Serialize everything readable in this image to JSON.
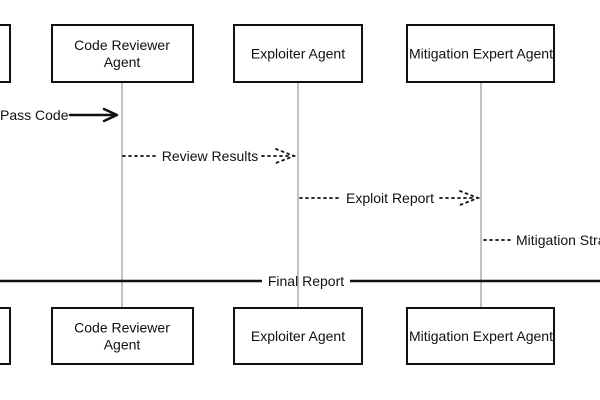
{
  "participants": [
    {
      "id": "left",
      "name_lines": []
    },
    {
      "id": "code_reviewer",
      "name_lines": [
        "Code Reviewer",
        "Agent"
      ]
    },
    {
      "id": "exploiter",
      "name_lines": [
        "Exploiter Agent"
      ]
    },
    {
      "id": "mitigation",
      "name_lines": [
        "Mitigation Expert Agent"
      ]
    }
  ],
  "messages": [
    {
      "label": "Pass Code",
      "style": "solid",
      "from": "left",
      "to": "code_reviewer"
    },
    {
      "label": "Review Results",
      "style": "dotted",
      "from": "code_reviewer",
      "to": "exploiter"
    },
    {
      "label": "Exploit Report",
      "style": "dotted",
      "from": "exploiter",
      "to": "mitigation"
    },
    {
      "label": "Mitigation Stra",
      "style": "dotted",
      "from": "mitigation",
      "to": "right"
    }
  ],
  "divider": {
    "label": "Final Report"
  },
  "colors": {
    "line": "#111111",
    "lifeline": "#9a9a9a",
    "background": "#ffffff"
  }
}
